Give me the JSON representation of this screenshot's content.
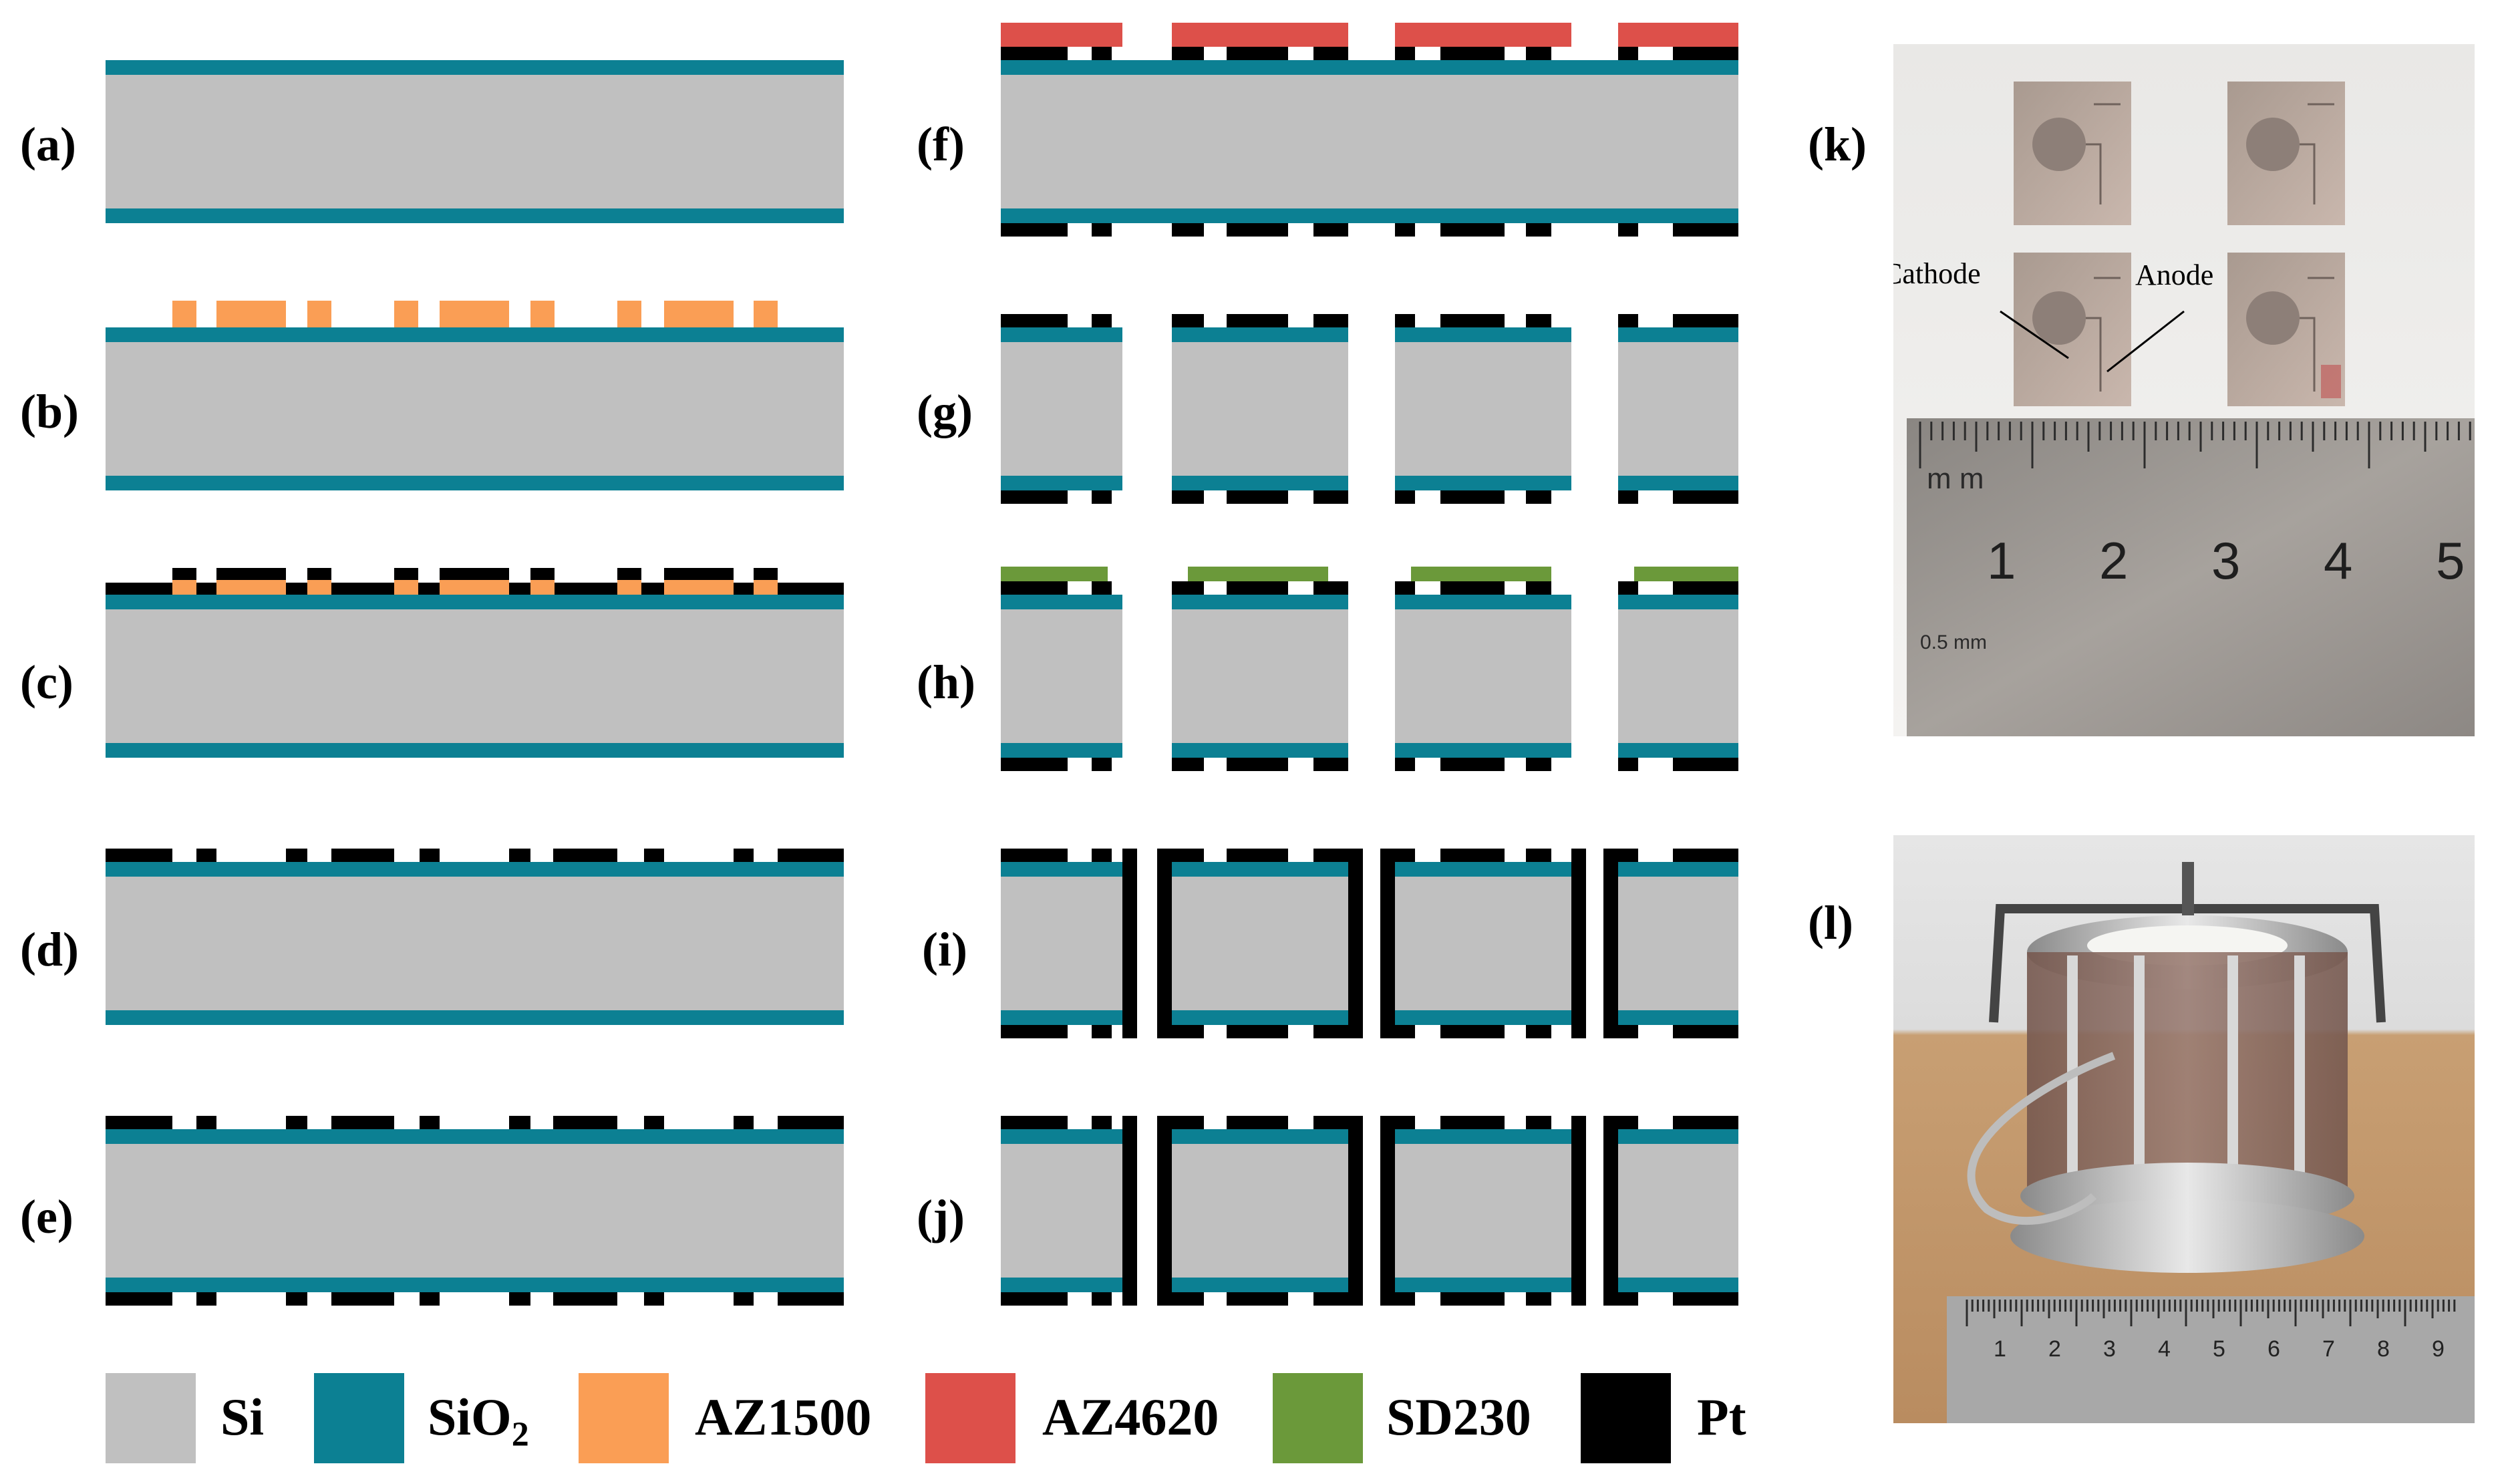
{
  "panel_labels": [
    "(a)",
    "(b)",
    "(c)",
    "(d)",
    "(e)",
    "(f)",
    "(g)",
    "(h)",
    "(i)",
    "(j)",
    "(k)",
    "(l)"
  ],
  "photo_k": {
    "cathode_label": "Cathode",
    "anode_label": "Anode",
    "ruler_unit": "m m",
    "ruler_numbers": [
      "1",
      "2",
      "3",
      "4",
      "5"
    ],
    "ruler_small": "0.5 mm"
  },
  "photo_l": {
    "ruler_numbers": [
      "1",
      "2",
      "3",
      "4",
      "5",
      "6",
      "7",
      "8",
      "9"
    ]
  },
  "legend": [
    {
      "key": "si",
      "label": "Si",
      "color": "#c0c0c0"
    },
    {
      "key": "sio2",
      "label": "SiO",
      "sub": "2",
      "color": "#0c8093"
    },
    {
      "key": "az1500",
      "label": "AZ1500",
      "color": "#fa9e55"
    },
    {
      "key": "az4620",
      "label": "AZ4620",
      "color": "#dd504a"
    },
    {
      "key": "sd230",
      "label": "SD230",
      "color": "#6b993a"
    },
    {
      "key": "pt",
      "label": "Pt",
      "color": "#000000"
    }
  ],
  "colors": {
    "si": "#c0c0c0",
    "sio2": "#0c8093",
    "az1500": "#fa9e55",
    "az4620": "#dd504a",
    "sd230": "#6b993a",
    "pt": "#000000"
  }
}
